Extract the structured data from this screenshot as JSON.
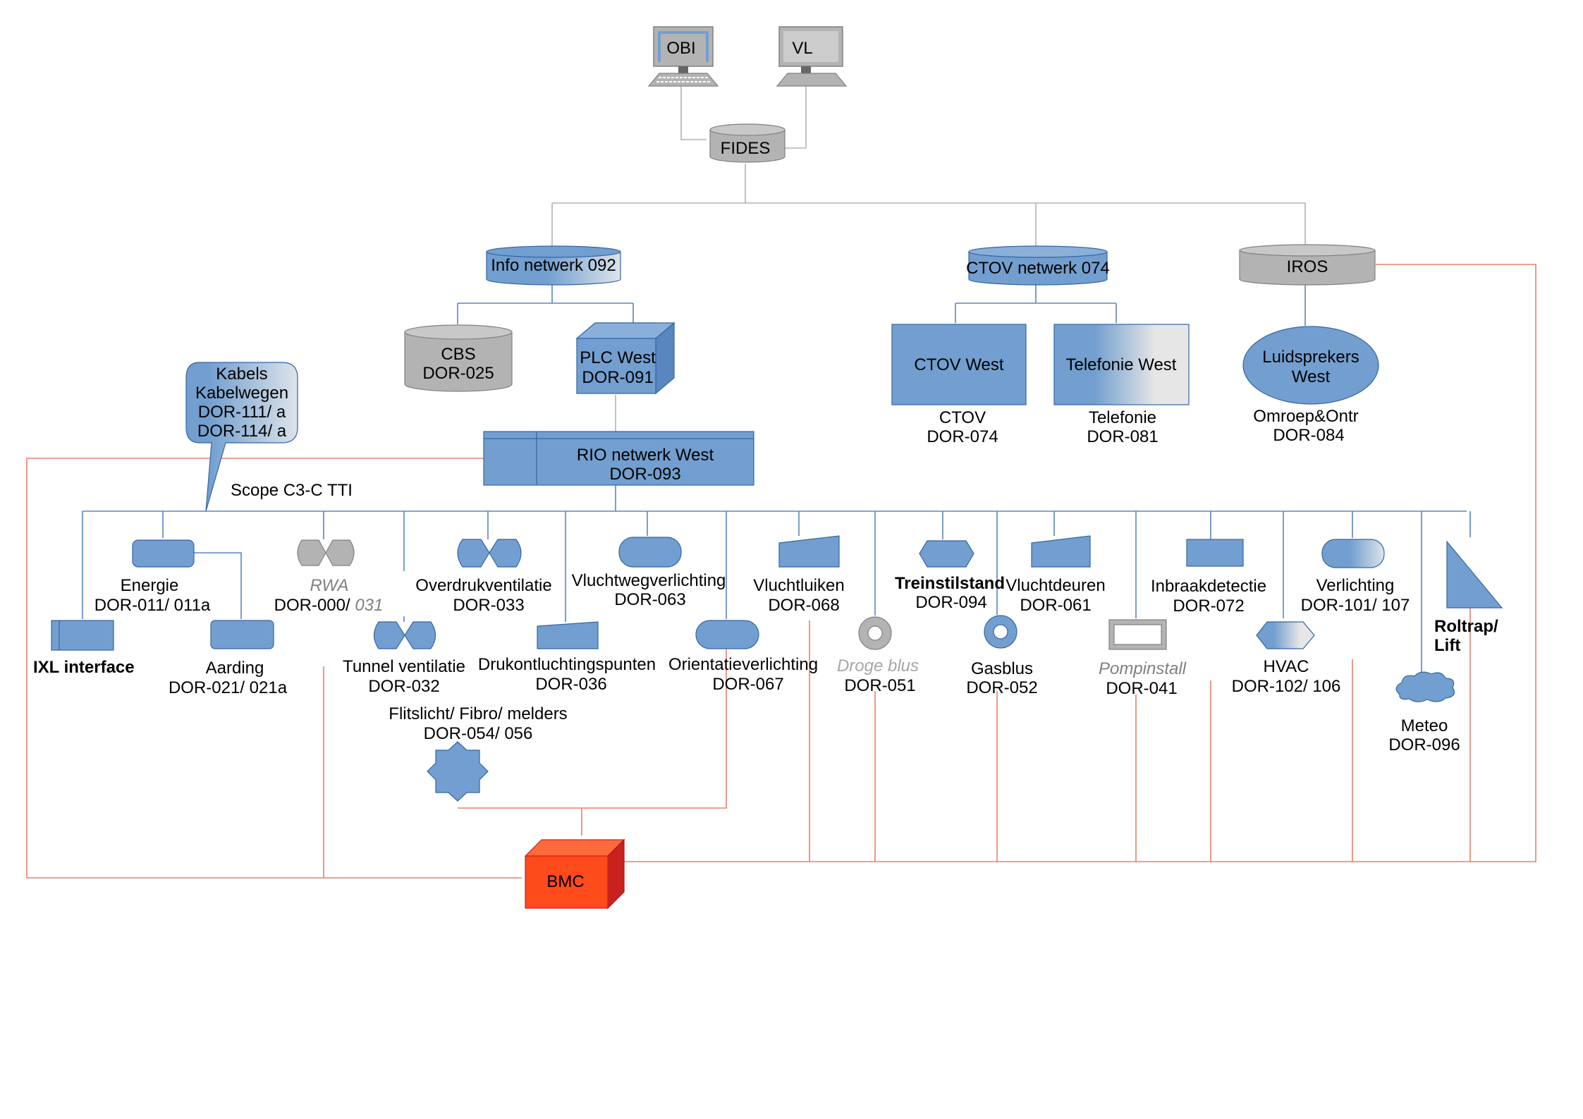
{
  "top": {
    "obi": "OBI",
    "vl": "VL",
    "fides": "FIDES"
  },
  "networks": {
    "info": "Info netwerk 092",
    "ctov": "CTOV netwerk 074",
    "iros": "IROS"
  },
  "info_branch": {
    "cbs": [
      "CBS",
      "DOR-025"
    ],
    "plc": [
      "PLC West",
      "DOR-091"
    ],
    "rio": [
      "RIO netwerk West",
      "DOR-093"
    ]
  },
  "ctov_branch": {
    "ctov_west": "CTOV West",
    "ctov_caption": [
      "CTOV",
      "DOR-074"
    ],
    "telefonie_west": "Telefonie West",
    "telefonie_caption": [
      "Telefonie",
      "DOR-081"
    ]
  },
  "iros_branch": {
    "luidsprekers": [
      "Luidsprekers",
      "West"
    ],
    "caption": [
      "Omroep&Ontr",
      "DOR-084"
    ]
  },
  "callout": [
    "Kabels",
    "Kabelwegen",
    "DOR-111/ a",
    "DOR-114/ a"
  ],
  "scope": "Scope C3-C TTI",
  "subsystems": {
    "ixl": "IXL interface",
    "energie": [
      "Energie",
      "DOR-011/ 011a"
    ],
    "aarding": [
      "Aarding",
      "DOR-021/ 021a"
    ],
    "rwa": [
      "RWA",
      "DOR-000/ ",
      "031"
    ],
    "tunnel": [
      "Tunnel ventilatie",
      "DOR-032"
    ],
    "overdruk": [
      "Overdrukventilatie",
      "DOR-033"
    ],
    "drukontluchting": [
      "Drukontluchtingspunten",
      "DOR-036"
    ],
    "flitslicht": [
      "Flitslicht/ Fibro/ melders",
      "DOR-054/ 056"
    ],
    "vluchtweg": [
      "Vluchtwegverlichting",
      "DOR-063"
    ],
    "orientatie": [
      "Orientatieverlichting",
      "DOR-067"
    ],
    "vluchtluiken": [
      "Vluchtluiken",
      "DOR-068"
    ],
    "droge_blus": [
      "Droge blus",
      "DOR-051"
    ],
    "treinstilstand": [
      "Treinstilstand",
      "DOR-094"
    ],
    "gasblus": [
      "Gasblus",
      "DOR-052"
    ],
    "vluchtdeuren": [
      "Vluchtdeuren",
      "DOR-061"
    ],
    "pompinstall": [
      "Pompinstall",
      "DOR-041"
    ],
    "inbraak": [
      "Inbraakdetectie",
      "DOR-072"
    ],
    "hvac": [
      "HVAC",
      "DOR-102/ 106"
    ],
    "verlichting": [
      "Verlichting",
      "DOR-101/ 107"
    ],
    "meteo": [
      "Meteo",
      "DOR-096"
    ],
    "roltrap": [
      "Roltrap/",
      "Lift"
    ]
  },
  "bmc": "BMC"
}
